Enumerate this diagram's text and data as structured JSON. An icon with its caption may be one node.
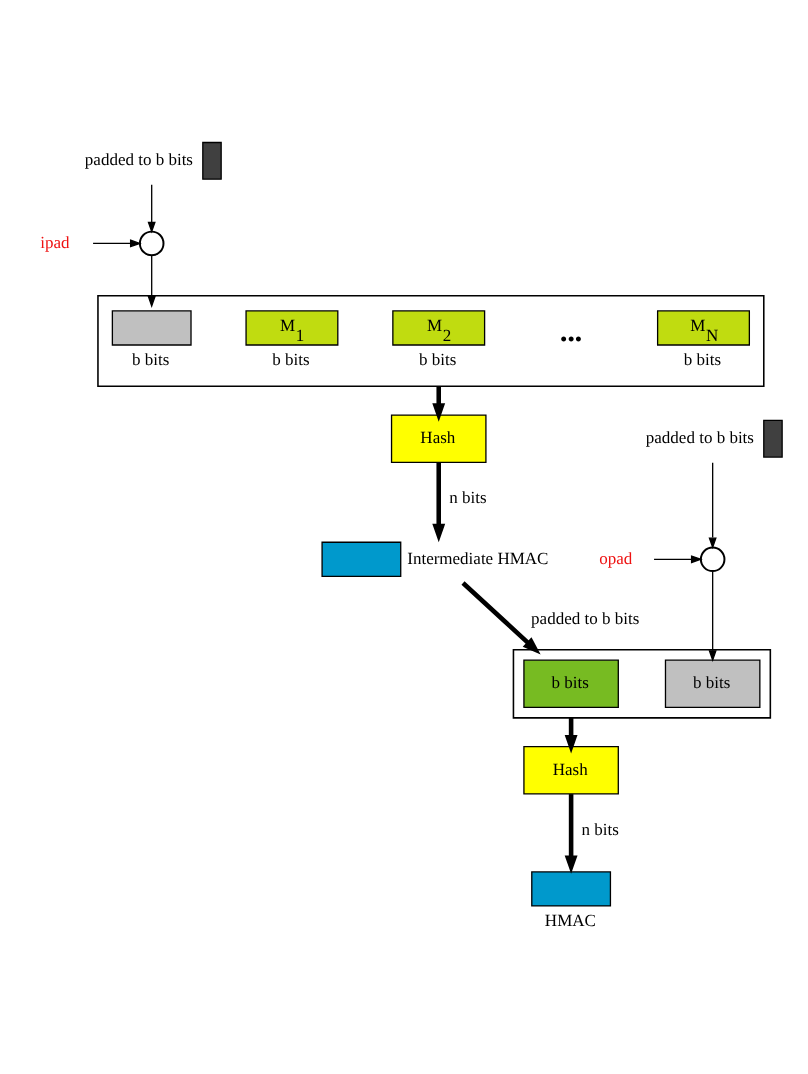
{
  "diagram": {
    "nodes": [
      {
        "text": [],
        "shape": "key",
        "beside": [
          "padded to b bits"
        ]
      },
      {
        "text": [
          "ipad"
        ]
      },
      {
        "text": [],
        "shape": "circle"
      },
      {
        "text": [],
        "shape": "box"
      },
      {
        "text": [],
        "shape": "box",
        "in": 3,
        "beside": [
          "b bits"
        ]
      },
      {
        "text": [
          "M$_{1}$"
        ],
        "in": 3,
        "beside": [
          "b bits"
        ]
      },
      {
        "text": [
          "M$_{2}$"
        ],
        "in": 3,
        "beside": [
          "b bits"
        ]
      },
      {
        "text": [
          "M$_{N}$"
        ],
        "in": 3,
        "beside": [
          "b bits"
        ]
      },
      {
        "text": [
          "Hash"
        ]
      },
      {
        "text": [],
        "shape": "box",
        "beside": [
          "Intermediate HMAC"
        ]
      },
      {
        "text": [],
        "shape": "key",
        "beside": [
          "padded to b bits"
        ]
      },
      {
        "text": [
          "opad"
        ]
      },
      {
        "text": [],
        "shape": "circle"
      },
      {
        "text": [],
        "shape": "box"
      },
      {
        "text": [
          "b bits"
        ],
        "in": 13
      },
      {
        "text": [
          "b bits"
        ],
        "in": 13
      },
      {
        "text": [
          "Hash"
        ]
      },
      {
        "text": [],
        "shape": "box",
        "beside": [
          "HMAC"
        ]
      }
    ],
    "edges": [
      {
        "from": 0,
        "to": 2,
        "arrow": "to"
      },
      {
        "from": 1,
        "to": 2,
        "arrow": "to"
      },
      {
        "from": 2,
        "to": 4,
        "arrow": "to"
      },
      {
        "from": 3,
        "to": 8,
        "arrow": "to",
        "style": "thick"
      },
      {
        "from": 8,
        "to": 9,
        "arrow": "to",
        "label": "n bits",
        "style": "thick"
      },
      {
        "from": 10,
        "to": 12,
        "arrow": "to"
      },
      {
        "from": 11,
        "to": 12,
        "arrow": "to"
      },
      {
        "from": 12,
        "to": 14,
        "arrow": "to"
      },
      {
        "from": 9,
        "to": 13,
        "arrow": "to",
        "label": "padded to b bits",
        "style": "thick"
      },
      {
        "from": 13,
        "to": 16,
        "arrow": "to",
        "style": "thick"
      },
      {
        "from": 16,
        "to": 17,
        "arrow": "to",
        "label": "n bits",
        "style": "thick"
      }
    ],
    "labels": [
      "•••"
    ]
  }
}
